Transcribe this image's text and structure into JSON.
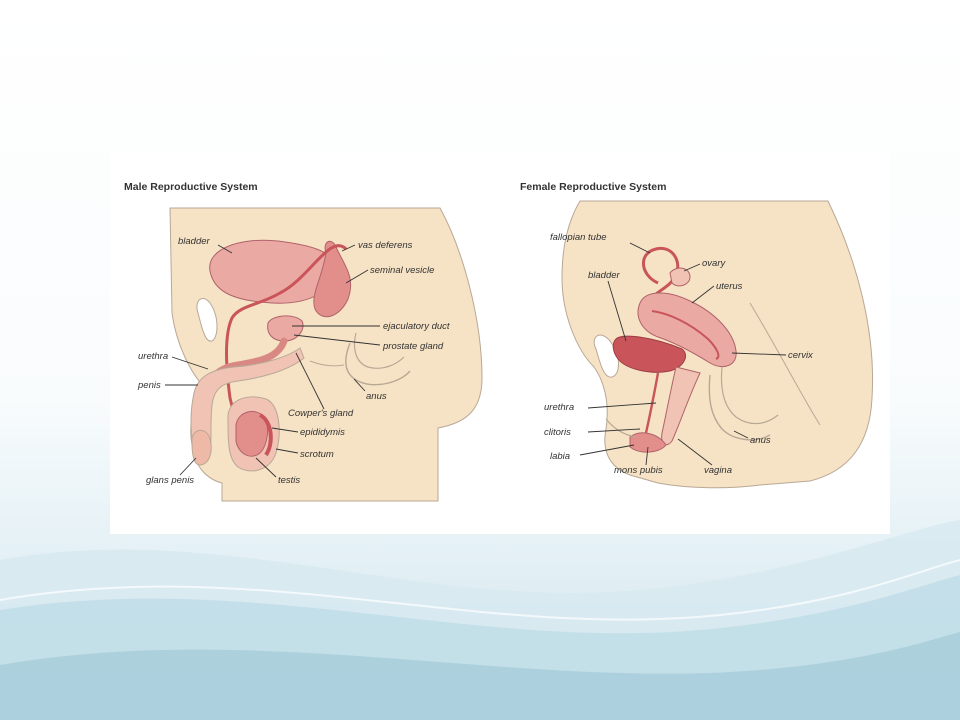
{
  "colors": {
    "skin": "#f6e2c4",
    "skin_edge": "#b8a896",
    "organ": "#eba9a4",
    "organ_dark": "#c9555a",
    "organ_edge": "#b0636a",
    "sky": "#e6f2f7",
    "wave": "#a3cbd9"
  },
  "male": {
    "title": "Male Reproductive System",
    "labels": {
      "bladder": "bladder",
      "vas_deferens": "vas deferens",
      "seminal_vesicle": "seminal vesicle",
      "ejaculatory_duct": "ejaculatory duct",
      "prostate_gland": "prostate gland",
      "urethra": "urethra",
      "penis": "penis",
      "anus": "anus",
      "cowpers_gland": "Cowper's gland",
      "epididymis": "epididymis",
      "scrotum": "scrotum",
      "glans_penis": "glans penis",
      "testis": "testis"
    }
  },
  "female": {
    "title": "Female Reproductive System",
    "labels": {
      "fallopian_tube": "fallopian tube",
      "ovary": "ovary",
      "bladder": "bladder",
      "uterus": "uterus",
      "cervix": "cervix",
      "urethra": "urethra",
      "clitoris": "clitoris",
      "labia": "labia",
      "mons_pubis": "mons pubis",
      "vagina": "vagina",
      "anus": "anus"
    }
  }
}
